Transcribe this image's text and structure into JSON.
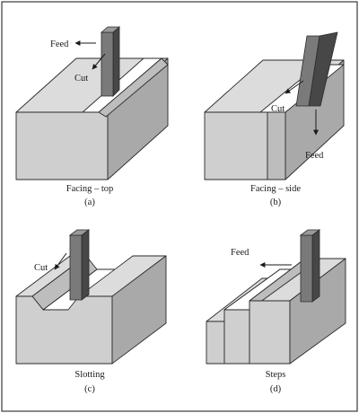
{
  "panels": [
    {
      "id": "a",
      "caption": "Facing – top",
      "letter": "(a)",
      "annotations": [
        "Feed",
        "Cut"
      ]
    },
    {
      "id": "b",
      "caption": "Facing – side",
      "letter": "(b)",
      "annotations": [
        "Cut",
        "Feed"
      ]
    },
    {
      "id": "c",
      "caption": "Slotting",
      "letter": "(c)",
      "annotations": [
        "Cut"
      ]
    },
    {
      "id": "d",
      "caption": "Steps",
      "letter": "(d)",
      "annotations": [
        "Feed"
      ]
    }
  ],
  "colors": {
    "top_face": "#dcdcdc",
    "front_face": "#cfcfcf",
    "side_face": "#a9a9a9",
    "machined_surface": "#ffffff",
    "cutter_front": "#7a7a7a",
    "cutter_side": "#474747",
    "outline": "#2a2a2a"
  }
}
